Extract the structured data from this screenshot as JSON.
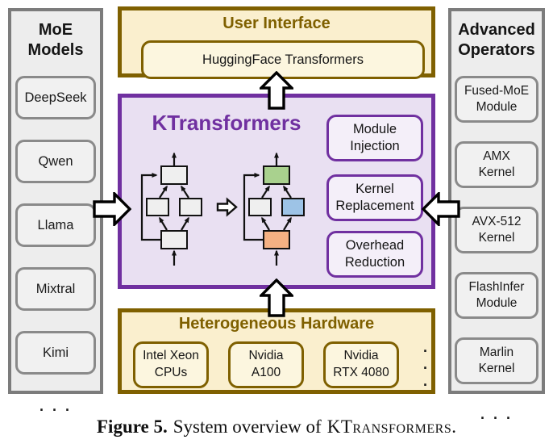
{
  "colors": {
    "gold_border": "#7F6000",
    "gold_fill": "#FAEFCE",
    "gold_fill_light": "#FCF6DF",
    "purple_border": "#7030A0",
    "purple_fill": "#E9E0F2",
    "purple_fill_light": "#F4EFF9",
    "gray_border": "#7C7C7C",
    "gray_fill": "#EDEDED",
    "node_gray": "#EFEFEF",
    "node_green": "#A9D18E",
    "node_blue": "#9DC3E6",
    "node_orange": "#F4B183",
    "arrow_fill": "#FFFFFF",
    "arrow_stroke": "#000000"
  },
  "moe_panel": {
    "title": "MoE\nModels",
    "items": [
      "DeepSeek",
      "Qwen",
      "Llama",
      "Mixtral",
      "Kimi"
    ],
    "more": ". . ."
  },
  "operators_panel": {
    "title": "Advanced\nOperators",
    "items": [
      "Fused-MoE\nModule",
      "AMX\nKernel",
      "AVX-512\nKernel",
      "FlashInfer\nModule",
      "Marlin\nKernel"
    ],
    "more": ". . ."
  },
  "user_interface": {
    "title": "User Interface",
    "item": "HuggingFace Transformers"
  },
  "ktransformers": {
    "title": "KTransformers",
    "features": [
      "Module\nInjection",
      "Kernel\nReplacement",
      "Overhead\nReduction"
    ]
  },
  "hardware": {
    "title": "Heterogeneous Hardware",
    "items": [
      "Intel Xeon\nCPUs",
      "Nvidia\nA100",
      "Nvidia\nRTX 4080"
    ],
    "more": ". . ."
  },
  "caption": {
    "label": "Figure 5.",
    "body": "System overview of",
    "name": "KTransformers",
    "suffix": "."
  }
}
